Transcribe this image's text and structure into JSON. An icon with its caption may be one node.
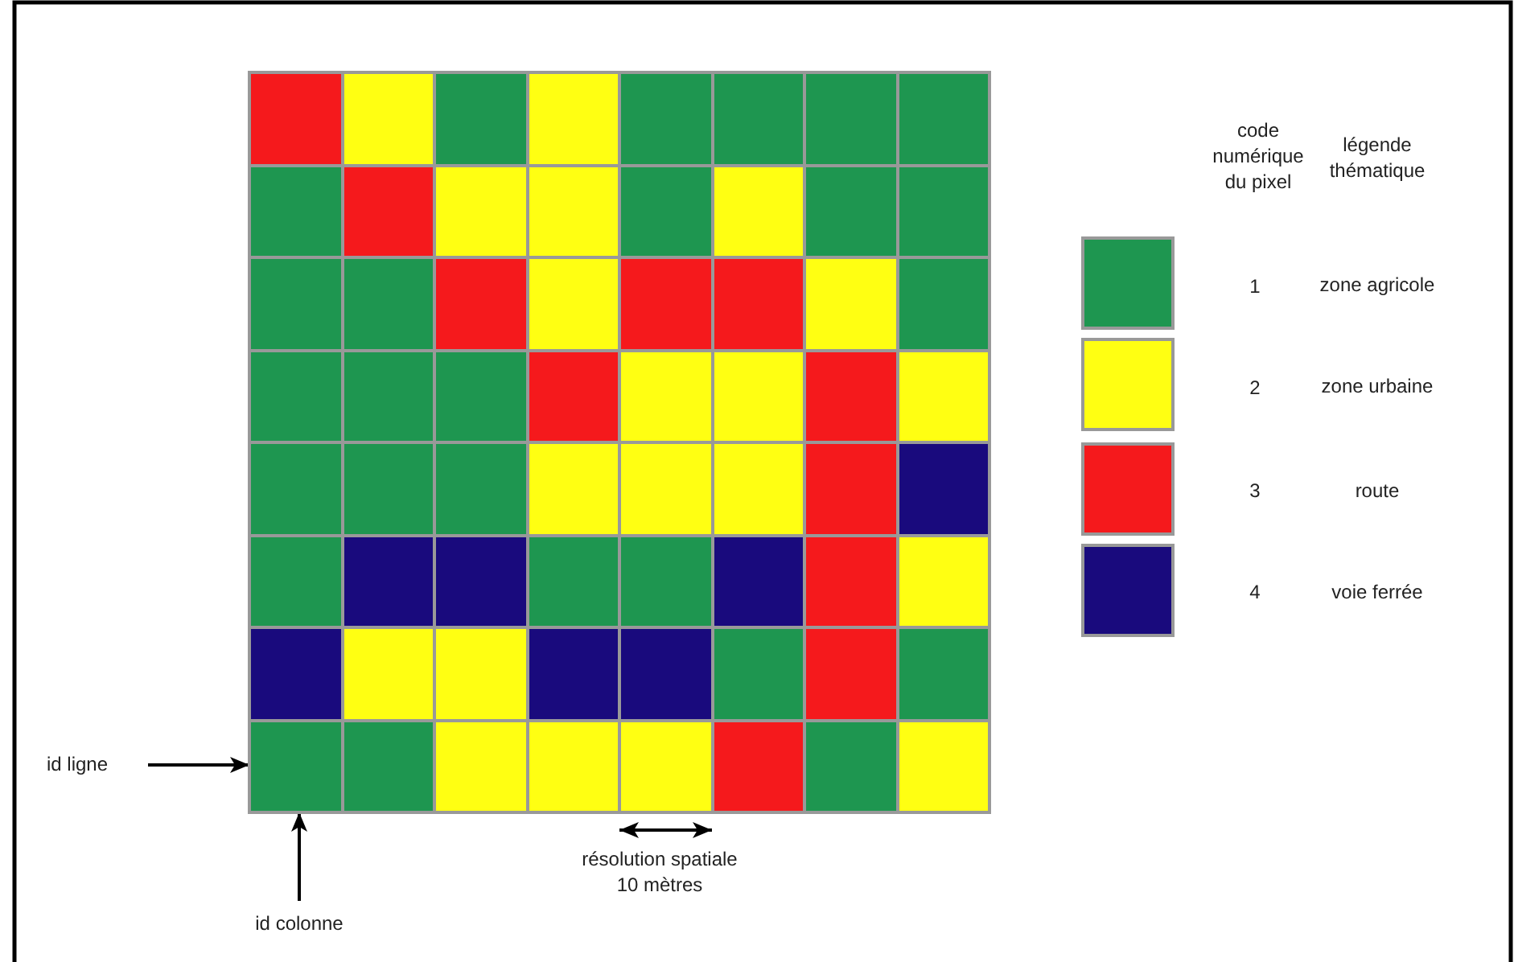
{
  "diagram": {
    "nodes": [
      {
        "text": [
          "id ligne"
        ]
      },
      {
        "text": [],
        "shape": "box"
      },
      {
        "text": [
          "id colonne"
        ]
      }
    ],
    "edges": [
      {
        "from": 0,
        "to": 1,
        "arrow": "to"
      },
      {
        "from": 2,
        "to": 1,
        "arrow": "to"
      }
    ],
    "labels": [
      "code numérique du pixel",
      "légende thématique",
      "1",
      "2",
      "3",
      "4",
      "résolution spatiale 10 mètres"
    ],
    "legend": [
      {
        "text": "zone agricole",
        "color": "#1e9650"
      },
      {
        "text": "zone urbaine",
        "color": "#ffff12"
      },
      {
        "text": "route",
        "color": "#f5191c"
      },
      {
        "text": "voie ferrée",
        "color": "#190a7d"
      }
    ]
  }
}
